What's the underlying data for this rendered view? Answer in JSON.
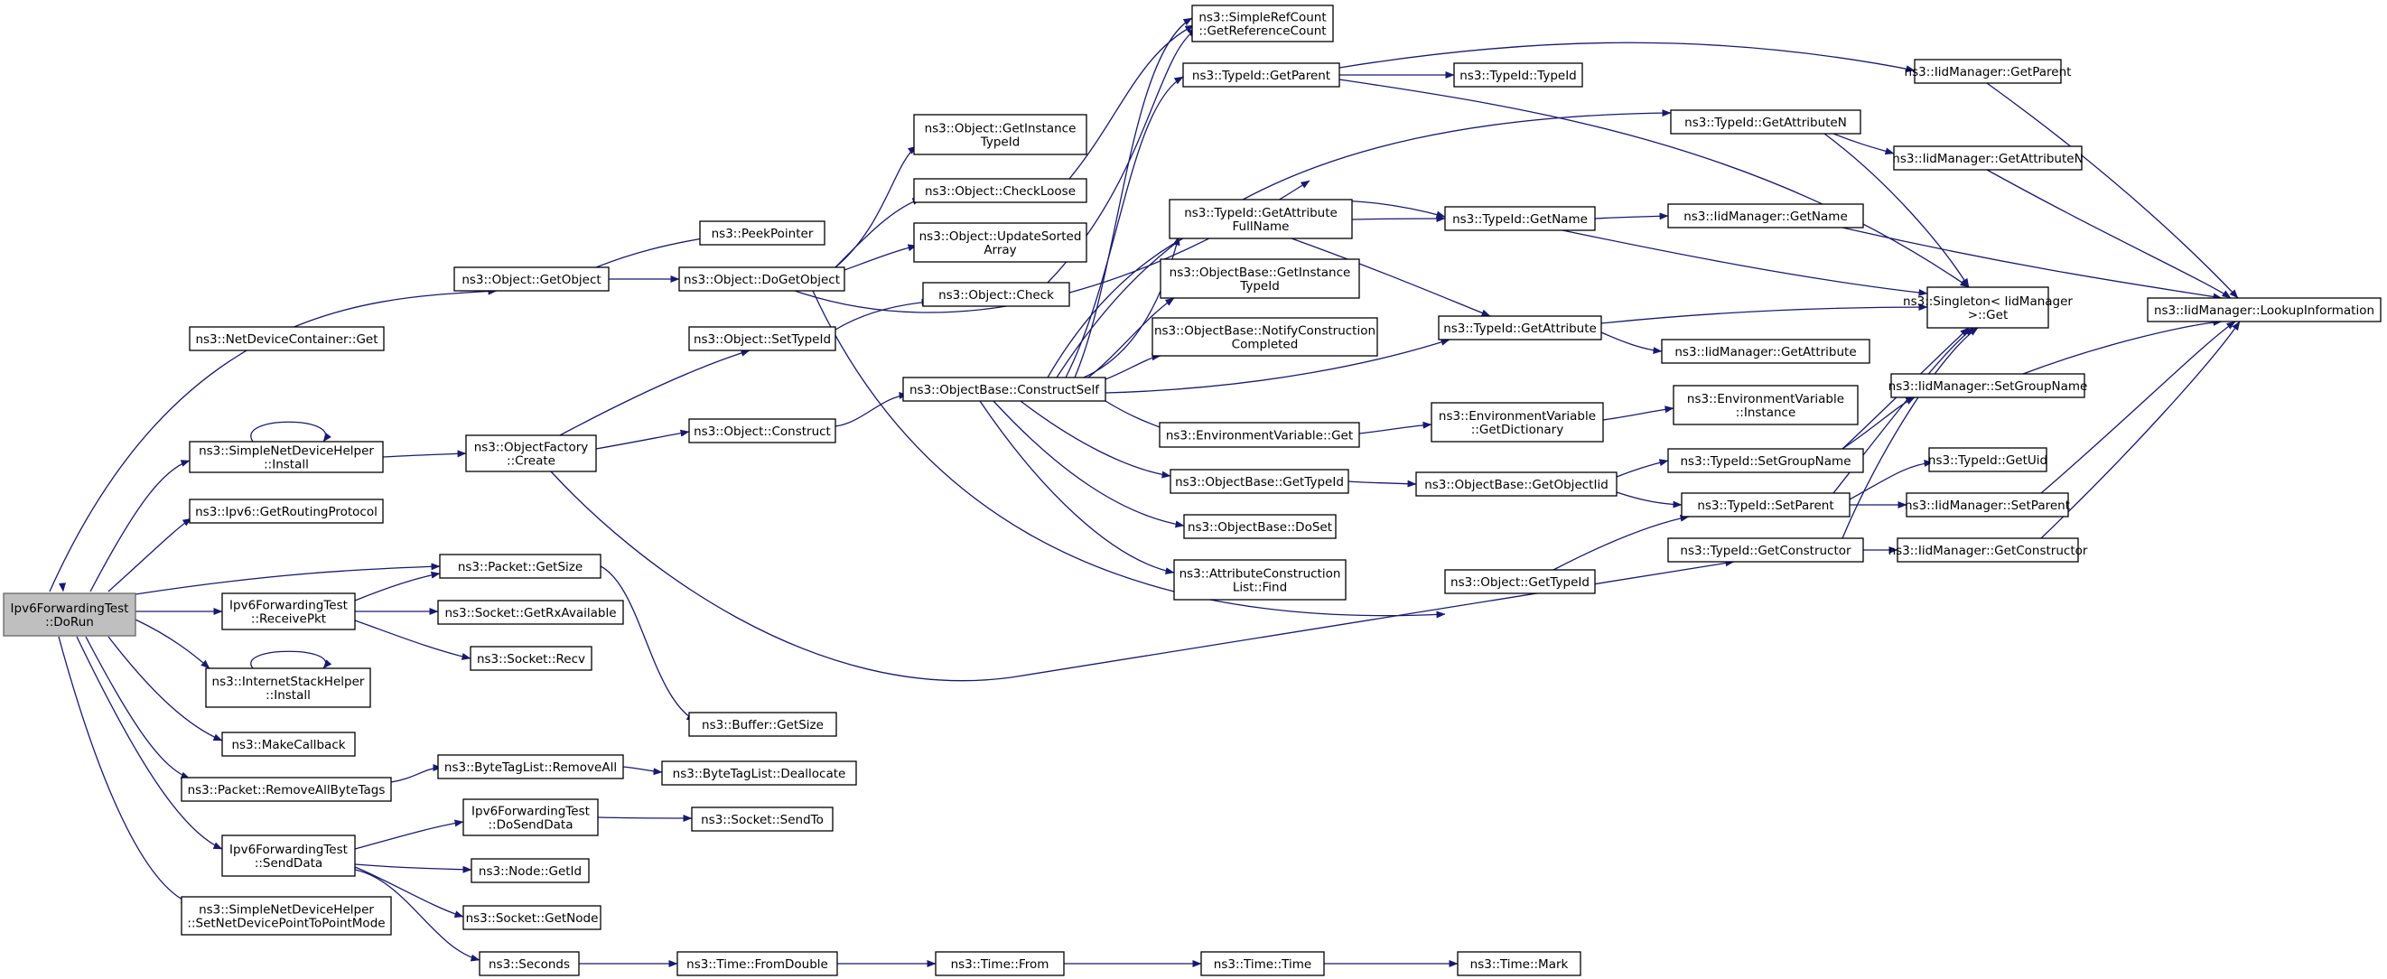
{
  "graph": {
    "edge_color": "#191970",
    "root_fill": "#bfbfbf",
    "nodes": [
      {
        "id": "root",
        "lines": [
          "Ipv6ForwardingTest",
          "::DoRun"
        ],
        "root": true
      },
      {
        "id": "ndcGet",
        "lines": [
          "ns3::NetDeviceContainer::Get"
        ]
      },
      {
        "id": "objGetObject",
        "lines": [
          "ns3::Object::GetObject"
        ]
      },
      {
        "id": "snhInstall",
        "lines": [
          "ns3::SimpleNetDeviceHelper",
          "::Install"
        ]
      },
      {
        "id": "ipv6GetRouting",
        "lines": [
          "ns3::Ipv6::GetRoutingProtocol"
        ]
      },
      {
        "id": "pktGetSize",
        "lines": [
          "ns3::Packet::GetSize"
        ]
      },
      {
        "id": "receivePkt",
        "lines": [
          "Ipv6ForwardingTest",
          "::ReceivePkt"
        ]
      },
      {
        "id": "ishInstall",
        "lines": [
          "ns3::InternetStackHelper",
          "::Install"
        ]
      },
      {
        "id": "makeCallback",
        "lines": [
          "ns3::MakeCallback"
        ]
      },
      {
        "id": "removeAllByteTags",
        "lines": [
          "ns3::Packet::RemoveAllByteTags"
        ]
      },
      {
        "id": "sendData",
        "lines": [
          "Ipv6ForwardingTest",
          "::SendData"
        ]
      },
      {
        "id": "setP2P",
        "lines": [
          "ns3::SimpleNetDeviceHelper",
          "::SetNetDevicePointToPointMode"
        ]
      },
      {
        "id": "factoryCreate",
        "lines": [
          "ns3::ObjectFactory",
          "::Create"
        ]
      },
      {
        "id": "peekPointer",
        "lines": [
          "ns3::PeekPointer"
        ]
      },
      {
        "id": "doGetObject",
        "lines": [
          "ns3::Object::DoGetObject"
        ]
      },
      {
        "id": "setTypeId",
        "lines": [
          "ns3::Object::SetTypeId"
        ]
      },
      {
        "id": "objConstruct",
        "lines": [
          "ns3::Object::Construct"
        ]
      },
      {
        "id": "sockGetRx",
        "lines": [
          "ns3::Socket::GetRxAvailable"
        ]
      },
      {
        "id": "sockRecv",
        "lines": [
          "ns3::Socket::Recv"
        ]
      },
      {
        "id": "bufGetSize",
        "lines": [
          "ns3::Buffer::GetSize"
        ]
      },
      {
        "id": "btlRemoveAll",
        "lines": [
          "ns3::ByteTagList::RemoveAll"
        ]
      },
      {
        "id": "btlDealloc",
        "lines": [
          "ns3::ByteTagList::Deallocate"
        ]
      },
      {
        "id": "doSendData",
        "lines": [
          "Ipv6ForwardingTest",
          "::DoSendData"
        ]
      },
      {
        "id": "sockSendTo",
        "lines": [
          "ns3::Socket::SendTo"
        ]
      },
      {
        "id": "nodeGetId",
        "lines": [
          "ns3::Node::GetId"
        ]
      },
      {
        "id": "sockGetNode",
        "lines": [
          "ns3::Socket::GetNode"
        ]
      },
      {
        "id": "seconds",
        "lines": [
          "ns3::Seconds"
        ]
      },
      {
        "id": "fromDouble",
        "lines": [
          "ns3::Time::FromDouble"
        ]
      },
      {
        "id": "timeFrom",
        "lines": [
          "ns3::Time::From"
        ]
      },
      {
        "id": "timeTime",
        "lines": [
          "ns3::Time::Time"
        ]
      },
      {
        "id": "timeMark",
        "lines": [
          "ns3::Time::Mark"
        ]
      },
      {
        "id": "getInstanceTypeId",
        "lines": [
          "ns3::Object::GetInstance",
          "TypeId"
        ]
      },
      {
        "id": "checkLoose",
        "lines": [
          "ns3::Object::CheckLoose"
        ]
      },
      {
        "id": "updateSorted",
        "lines": [
          "ns3::Object::UpdateSorted",
          "Array"
        ]
      },
      {
        "id": "objCheck",
        "lines": [
          "ns3::Object::Check"
        ]
      },
      {
        "id": "constructSelf",
        "lines": [
          "ns3::ObjectBase::ConstructSelf"
        ]
      },
      {
        "id": "getRefCount",
        "lines": [
          "ns3::SimpleRefCount",
          "::GetReferenceCount"
        ]
      },
      {
        "id": "tidGetParent",
        "lines": [
          "ns3::TypeId::GetParent"
        ]
      },
      {
        "id": "tidGetAttrFullName",
        "lines": [
          "ns3::TypeId::GetAttribute",
          "FullName"
        ]
      },
      {
        "id": "obGetInstanceTypeId",
        "lines": [
          "ns3::ObjectBase::GetInstance",
          "TypeId"
        ]
      },
      {
        "id": "notifyConstruction",
        "lines": [
          "ns3::ObjectBase::NotifyConstruction",
          "Completed"
        ]
      },
      {
        "id": "envGet",
        "lines": [
          "ns3::EnvironmentVariable::Get"
        ]
      },
      {
        "id": "obGetTypeId",
        "lines": [
          "ns3::ObjectBase::GetTypeId"
        ]
      },
      {
        "id": "obDoSet",
        "lines": [
          "ns3::ObjectBase::DoSet"
        ]
      },
      {
        "id": "aclFind",
        "lines": [
          "ns3::AttributeConstruction",
          "List::Find"
        ]
      },
      {
        "id": "tidTypeId",
        "lines": [
          "ns3::TypeId::TypeId"
        ]
      },
      {
        "id": "tidGetName",
        "lines": [
          "ns3::TypeId::GetName"
        ]
      },
      {
        "id": "tidGetAttribute",
        "lines": [
          "ns3::TypeId::GetAttribute"
        ]
      },
      {
        "id": "envGetDict",
        "lines": [
          "ns3::EnvironmentVariable",
          "::GetDictionary"
        ]
      },
      {
        "id": "obGetObjectIid",
        "lines": [
          "ns3::ObjectBase::GetObjectIid"
        ]
      },
      {
        "id": "objGetTypeId",
        "lines": [
          "ns3::Object::GetTypeId"
        ]
      },
      {
        "id": "tidGetAttrN",
        "lines": [
          "ns3::TypeId::GetAttributeN"
        ]
      },
      {
        "id": "iidGetName",
        "lines": [
          "ns3::IidManager::GetName"
        ]
      },
      {
        "id": "iidGetAttribute",
        "lines": [
          "ns3::IidManager::GetAttribute"
        ]
      },
      {
        "id": "envInstance",
        "lines": [
          "ns3::EnvironmentVariable",
          "::Instance"
        ]
      },
      {
        "id": "tidSetGroupName",
        "lines": [
          "ns3::TypeId::SetGroupName"
        ]
      },
      {
        "id": "tidSetParent",
        "lines": [
          "ns3::TypeId::SetParent"
        ]
      },
      {
        "id": "tidGetConstructor",
        "lines": [
          "ns3::TypeId::GetConstructor"
        ]
      },
      {
        "id": "singletonGet",
        "lines": [
          "ns3::Singleton< IidManager",
          " >::Get"
        ]
      },
      {
        "id": "iidGetParent",
        "lines": [
          "ns3::IidManager::GetParent"
        ]
      },
      {
        "id": "iidGetAttrN",
        "lines": [
          "ns3::IidManager::GetAttributeN"
        ]
      },
      {
        "id": "iidSetGroupName",
        "lines": [
          "ns3::IidManager::SetGroupName"
        ]
      },
      {
        "id": "tidGetUid",
        "lines": [
          "ns3::TypeId::GetUid"
        ]
      },
      {
        "id": "iidSetParent",
        "lines": [
          "ns3::IidManager::SetParent"
        ]
      },
      {
        "id": "iidGetConstructor",
        "lines": [
          "ns3::IidManager::GetConstructor"
        ]
      },
      {
        "id": "iidLookup",
        "lines": [
          "ns3::IidManager::LookupInformation"
        ]
      }
    ]
  }
}
